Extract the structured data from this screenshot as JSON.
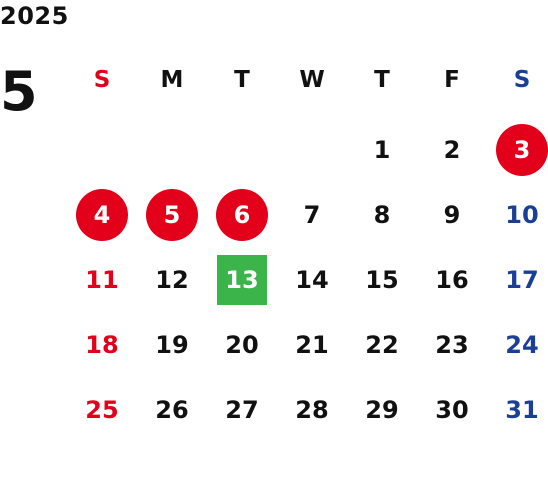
{
  "calendar": {
    "year": "2025",
    "month": "5",
    "weekdays": [
      "S",
      "M",
      "T",
      "W",
      "T",
      "F",
      "S"
    ],
    "colors": {
      "default": "#111111",
      "sunday": "#e3001b",
      "saturday": "#1a3f95",
      "holiday_bg": "#e3001b",
      "today_bg": "#3bb44a",
      "highlight_text": "#ffffff"
    },
    "rows": [
      [
        null,
        null,
        null,
        null,
        "1",
        "2",
        "3"
      ],
      [
        "4",
        "5",
        "6",
        "7",
        "8",
        "9",
        "10"
      ],
      [
        "11",
        "12",
        "13",
        "14",
        "15",
        "16",
        "17"
      ],
      [
        "18",
        "19",
        "20",
        "21",
        "22",
        "23",
        "24"
      ],
      [
        "25",
        "26",
        "27",
        "28",
        "29",
        "30",
        "31"
      ]
    ],
    "holidays": [
      "3",
      "4",
      "5",
      "6"
    ],
    "today": "13"
  }
}
